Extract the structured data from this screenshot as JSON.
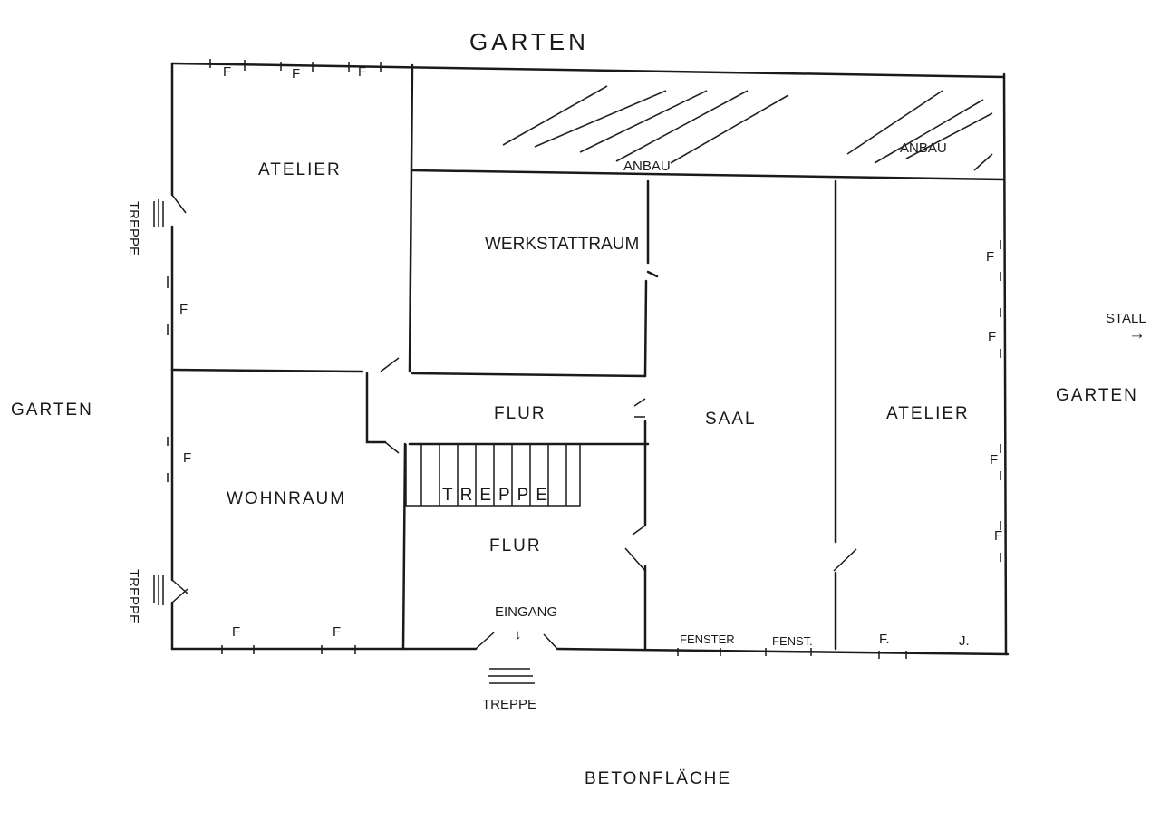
{
  "surroundings": {
    "top": "GARTEN",
    "left": "GARTEN",
    "right": "GARTEN",
    "bottom": "BETONFLÄCHE",
    "stall": "STALL",
    "stall_arrow": "→"
  },
  "rooms": {
    "atelier_left": "ATELIER",
    "anbau_1": "ANBAU",
    "anbau_2": "ANBAU",
    "werkstattraum": "WERKSTATTRAUM",
    "flur_upper": "FLUR",
    "flur_lower": "FLUR",
    "saal": "SAAL",
    "atelier_right": "ATELIER",
    "wohnraum": "WOHNRAUM",
    "treppe_inner": "TREPPE"
  },
  "stairs": {
    "left_upper": "TREPPE",
    "left_lower": "TREPPE",
    "entrance": "TREPPE"
  },
  "entrance": {
    "label": "EINGANG",
    "arrow": "↓"
  },
  "windows": {
    "mark": "F",
    "fenster": "FENSTER",
    "fenst": "FENST.",
    "f_dot": "F.",
    "symbol": "J."
  }
}
